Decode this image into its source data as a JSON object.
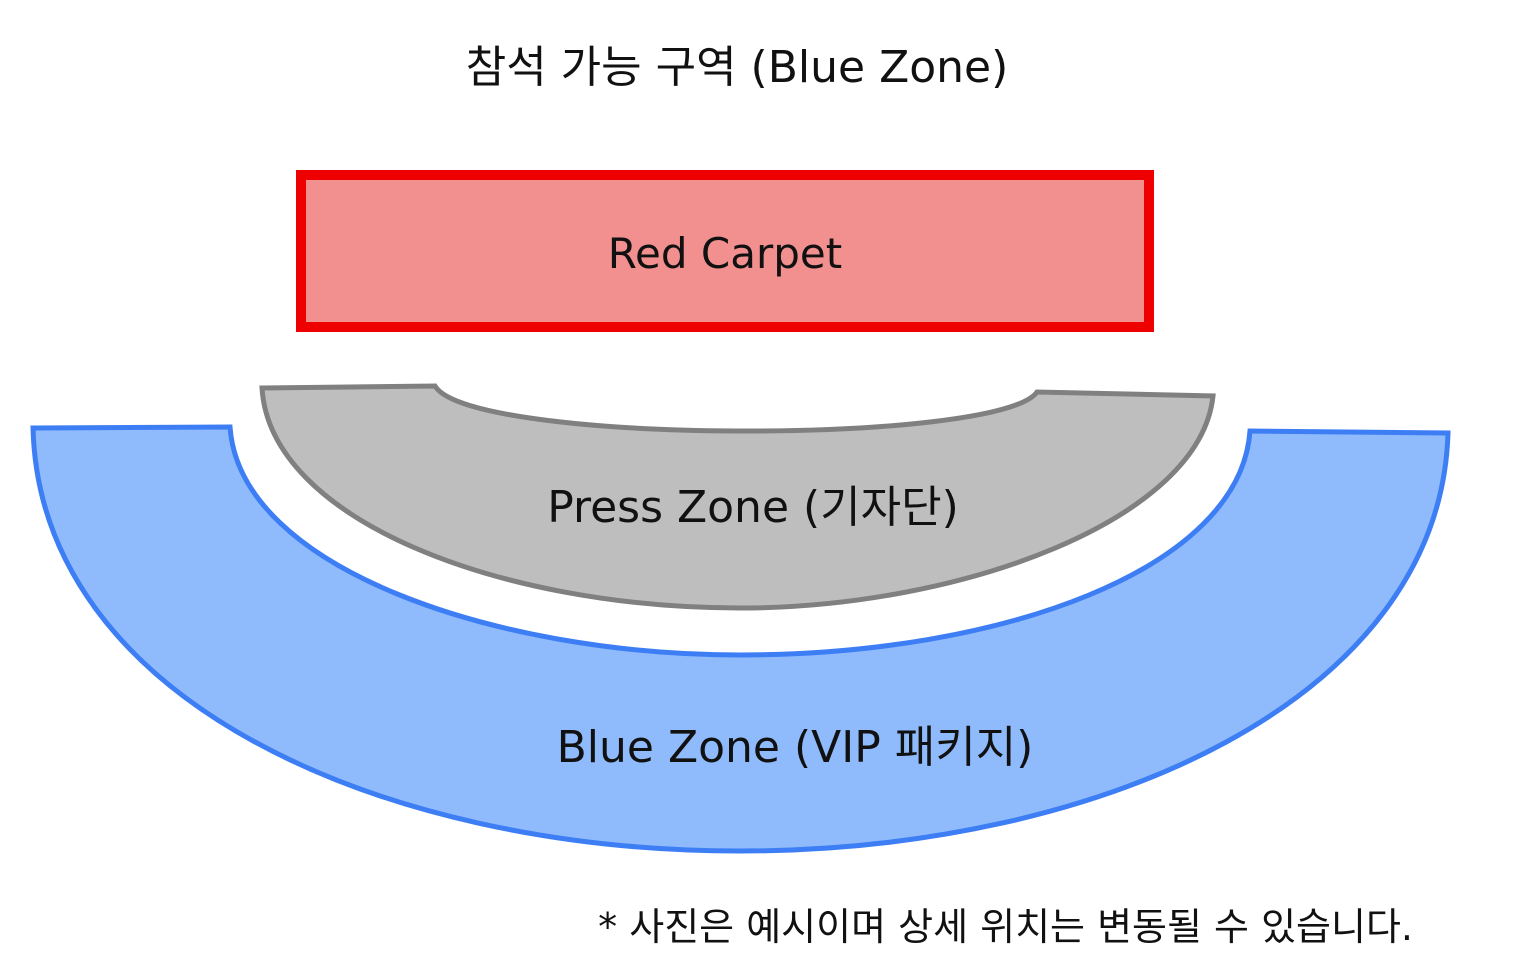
{
  "title": "참석 가능 구역 (Blue Zone)",
  "zones": {
    "red_carpet": {
      "label": "Red Carpet",
      "fill": "#f29090",
      "stroke": "#ee0000"
    },
    "press": {
      "label": "Press Zone (기자단)",
      "fill": "#bebebe",
      "stroke": "#808080"
    },
    "blue": {
      "label": "Blue Zone (VIP 패키지)",
      "fill": "#8fbbfc",
      "stroke": "#3d7ef5"
    }
  },
  "footnote": "* 사진은 예시이며 상세 위치는 변동될 수 있습니다."
}
